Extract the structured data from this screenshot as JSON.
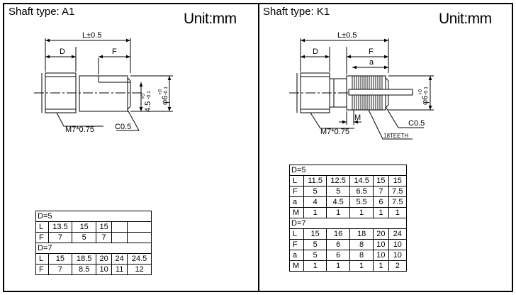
{
  "left": {
    "title": "Shaft type:  A1",
    "unit": "Unit:mm",
    "labels": {
      "L": "L±0.5",
      "D": "D",
      "F": "F",
      "thread": "M7*0.75",
      "chamfer": "C0.5",
      "dia_45": "4.5",
      "dia_45_tol_top": "+0",
      "dia_45_tol_bot": "-0.1",
      "dia_6": "φ6",
      "dia_6_tol_top": "+0",
      "dia_6_tol_bot": "-0.1"
    },
    "table": {
      "groups": [
        {
          "header": "D=5",
          "rows": [
            {
              "label": "L",
              "cells": [
                "13.5",
                "15",
                "15",
                "",
                ""
              ]
            },
            {
              "label": "F",
              "cells": [
                "7",
                "5",
                "7",
                "",
                ""
              ]
            }
          ]
        },
        {
          "header": "D=7",
          "rows": [
            {
              "label": "L",
              "cells": [
                "15",
                "18.5",
                "20",
                "24",
                "24.5"
              ]
            },
            {
              "label": "F",
              "cells": [
                "7",
                "8.5",
                "10",
                "11",
                "12"
              ]
            }
          ]
        }
      ]
    }
  },
  "right": {
    "title": "Shaft type:  K1",
    "unit": "Unit:mm",
    "labels": {
      "L": "L±0.5",
      "D": "D",
      "F": "F",
      "a": "a",
      "M": "M",
      "thread": "M7*0.75",
      "chamfer": "C0.5",
      "teeth": "18TEETH",
      "dia_6": "φ6",
      "dia_6_tol_top": "+0",
      "dia_6_tol_bot": "-0.1"
    },
    "table": {
      "groups": [
        {
          "header": "D=5",
          "rows": [
            {
              "label": "L",
              "cells": [
                "11.5",
                "12.5",
                "14.5",
                "15",
                "15"
              ]
            },
            {
              "label": "F",
              "cells": [
                "5",
                "5",
                "6.5",
                "7",
                "7.5"
              ]
            },
            {
              "label": "a",
              "cells": [
                "4",
                "4.5",
                "5.5",
                "6",
                "7.5"
              ]
            },
            {
              "label": "M",
              "cells": [
                "1",
                "1",
                "1",
                "1",
                "1"
              ]
            }
          ]
        },
        {
          "header": "D=7",
          "rows": [
            {
              "label": "L",
              "cells": [
                "15",
                "16",
                "18",
                "20",
                "24"
              ]
            },
            {
              "label": "F",
              "cells": [
                "5",
                "6",
                "8",
                "10",
                "10"
              ]
            },
            {
              "label": "a",
              "cells": [
                "5",
                "6",
                "8",
                "10",
                "10"
              ]
            },
            {
              "label": "M",
              "cells": [
                "1",
                "1",
                "1",
                "1",
                "2"
              ]
            }
          ]
        }
      ]
    }
  }
}
